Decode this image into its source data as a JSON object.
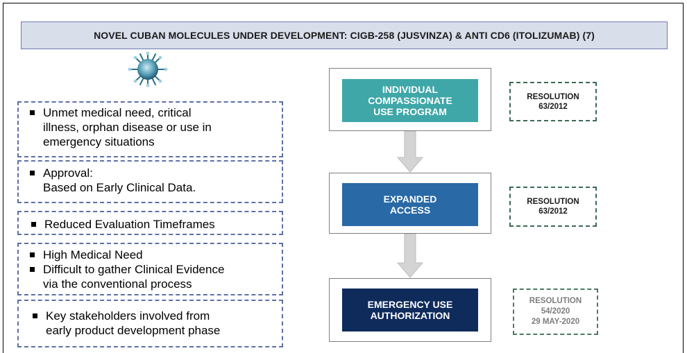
{
  "title": "NOVEL CUBAN MOLECULES UNDER DEVELOPMENT: CIGB-258 (JUSVINZA) & ANTI CD6 (ITOLIZUMAB) (7)",
  "left_boxes": {
    "box1": {
      "line1": "Unmet medical need, critical",
      "line2": "illness, orphan disease or use in",
      "line3": "emergency situations"
    },
    "box2": {
      "line1": "Approval:",
      "line2": "Based on Early Clinical Data."
    },
    "box3": {
      "line1": "Reduced Evaluation Timeframes"
    },
    "box4": {
      "item1": "High Medical Need",
      "item2_line1": "Difficult to gather Clinical Evidence",
      "item2_line2": "via the conventional process"
    },
    "box5": {
      "line1": "Key stakeholders involved from",
      "line2": "early product development phase"
    }
  },
  "flow": [
    {
      "line1": "INDIVIDUAL",
      "line2": "COMPASSIONATE",
      "line3": "USE PROGRAM",
      "color": "#3fa7a8"
    },
    {
      "line1": "EXPANDED",
      "line2": "ACCESS",
      "color": "#2869a6"
    },
    {
      "line1": "EMERGENCY USE",
      "line2": "AUTHORIZATION",
      "color": "#0f2b5c"
    }
  ],
  "resolutions": [
    {
      "line1": "RESOLUTION",
      "line2": "63/2012"
    },
    {
      "line1": "RESOLUTION",
      "line2": "63/2012"
    },
    {
      "line1": "RESOLUTION",
      "line2": "54/2020",
      "line3": "29 MAY-2020"
    }
  ],
  "icons": {
    "virus": "virus-icon",
    "arrow": "down-arrow-icon"
  }
}
